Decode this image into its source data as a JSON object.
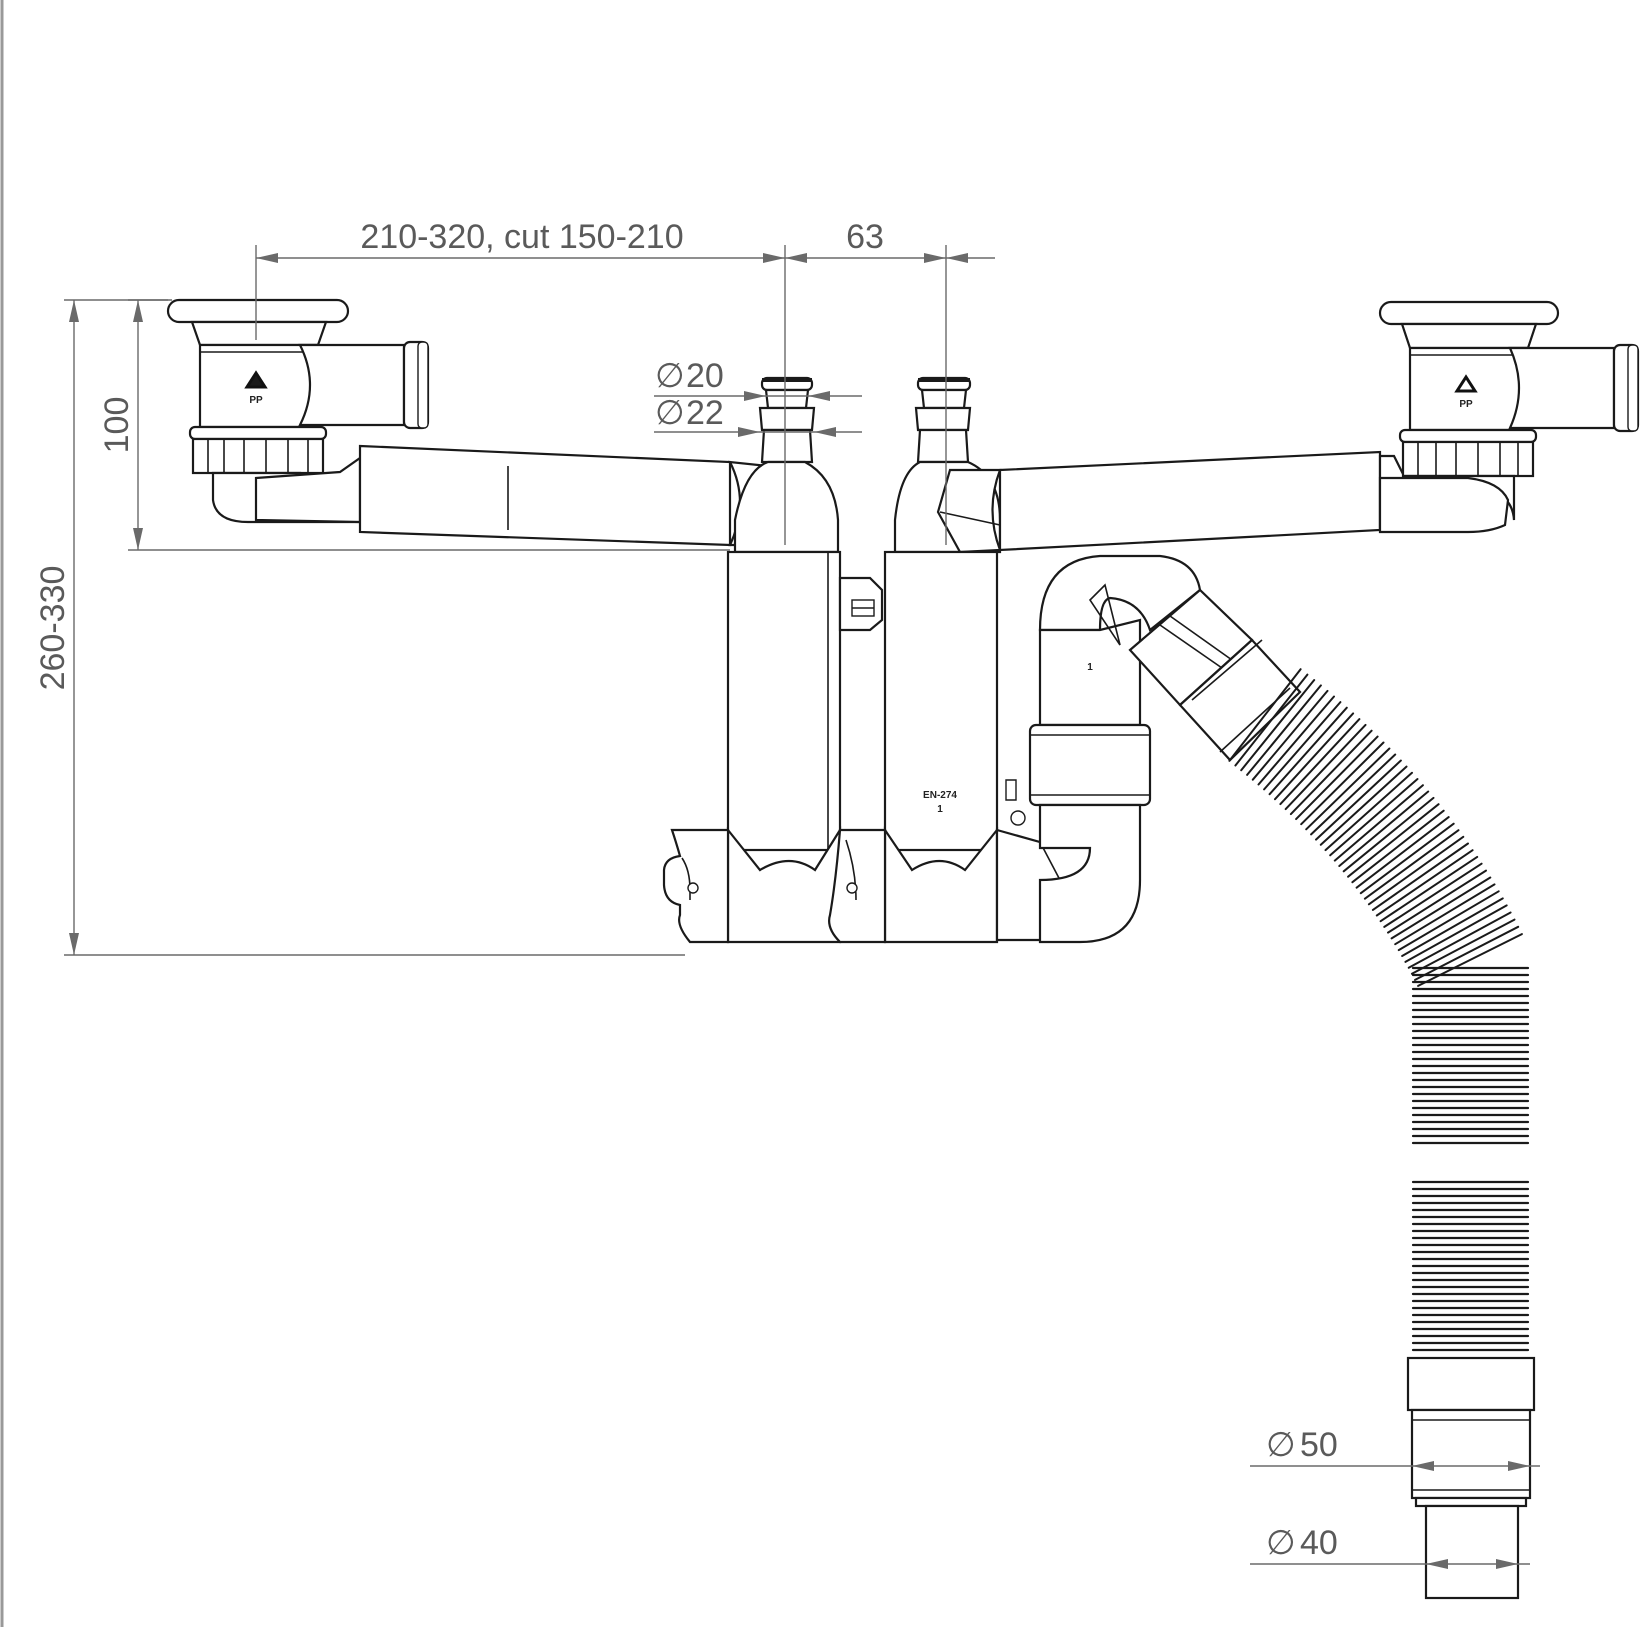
{
  "dimensions": {
    "width_range": "210-320, cut 150-210",
    "spacing": "63",
    "height_upper": "100",
    "height_total": "260-330",
    "hose_diameter_top": "20",
    "hose_diameter_bottom": "22",
    "outlet_outer": "50",
    "outlet_inner": "40",
    "diameter_symbol": "∅"
  },
  "markings": {
    "standard": "EN-274",
    "standard_sub": "1",
    "trap_mark": "1"
  },
  "colors": {
    "outline": "#1a1a1a",
    "dimension": "#6a6a6a",
    "dimension_text": "#5a5a5a",
    "background": "#ffffff"
  }
}
